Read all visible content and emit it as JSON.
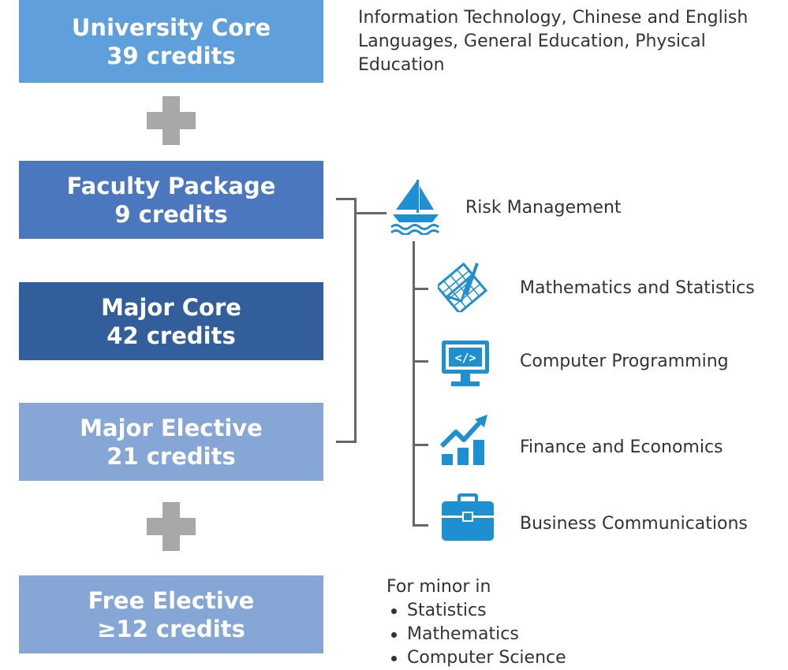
{
  "boxes": [
    {
      "title": "University Core",
      "credits": "39 credits",
      "color": "#5fa0dc"
    },
    {
      "title": "Faculty Package",
      "credits": "9 credits",
      "color": "#4a77be"
    },
    {
      "title": "Major Core",
      "credits": "42 credits",
      "color": "#325e9b"
    },
    {
      "title": "Major Elective",
      "credits": "21 credits",
      "color": "#86a6d6"
    },
    {
      "title": "Free Elective",
      "credits": "≥12 credits",
      "color": "#86a6d6"
    }
  ],
  "university_core_desc": "Information Technology, Chinese and English Languages, General Education, Physical Education",
  "risk_management": {
    "label": "Risk Management",
    "icon": "sailboat-icon"
  },
  "components": [
    {
      "label": "Mathematics and Statistics",
      "icon": "math-drafting-icon"
    },
    {
      "label": "Computer Programming",
      "icon": "code-monitor-icon"
    },
    {
      "label": "Finance and Economics",
      "icon": "growth-chart-icon"
    },
    {
      "label": "Business Communications",
      "icon": "briefcase-icon"
    }
  ],
  "minor": {
    "intro": "For minor in",
    "items": [
      "Statistics",
      "Mathematics",
      "Computer Science"
    ]
  },
  "colors": {
    "icon": "#1e8fd0",
    "plus": "#a8a8a8",
    "connector": "#666666"
  }
}
